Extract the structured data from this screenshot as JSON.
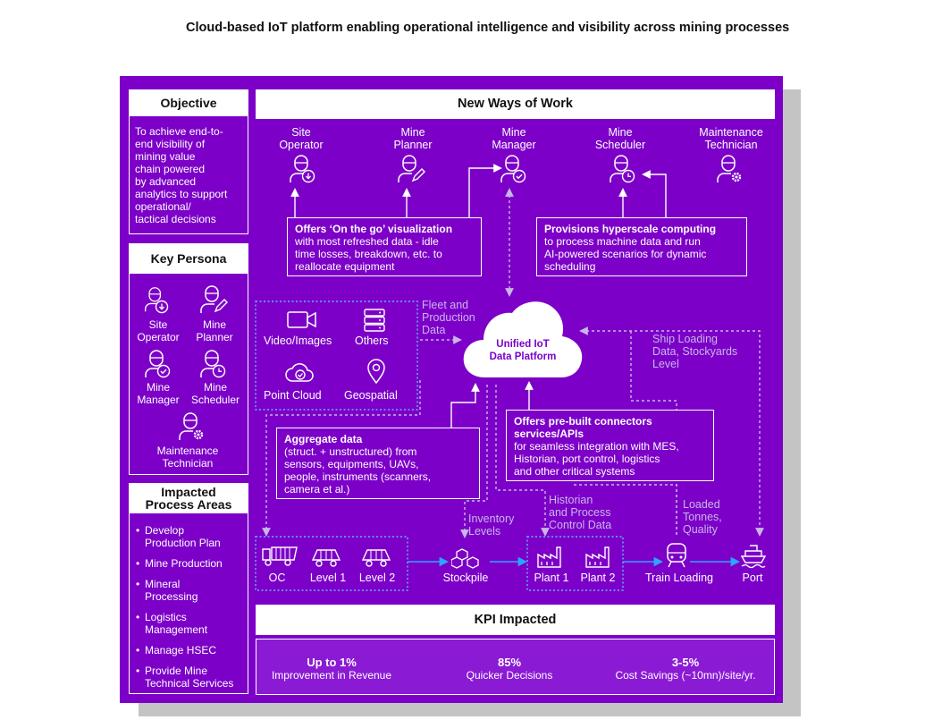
{
  "title": "Cloud-based IoT platform enabling operational intelligence and visibility across mining processes",
  "objective": {
    "heading": "Objective",
    "lines": [
      "To achieve end-to-",
      "end visibility of",
      "mining value",
      "chain powered",
      "by advanced",
      "analytics to support",
      "operational/",
      "tactical decisions"
    ]
  },
  "key_persona": {
    "heading": "Key Persona",
    "personas": [
      {
        "line1": "Site",
        "line2": "Operator"
      },
      {
        "line1": "Mine",
        "line2": "Planner"
      },
      {
        "line1": "Mine",
        "line2": "Manager"
      },
      {
        "line1": "Mine",
        "line2": "Scheduler"
      },
      {
        "line1": "Maintenance",
        "line2": "Technician"
      }
    ]
  },
  "impacted": {
    "heading_line1": "Impacted",
    "heading_line2": "Process Areas",
    "items": [
      "Develop Production Plan",
      "Mine Production",
      "Mineral Processing",
      "Logistics Management",
      "Manage HSEC",
      "Provide Mine Technical Services"
    ]
  },
  "new_ways": {
    "heading": "New Ways of Work",
    "roles": [
      {
        "line1": "Site",
        "line2": "Operator"
      },
      {
        "line1": "Mine",
        "line2": "Planner"
      },
      {
        "line1": "Mine",
        "line2": "Manager"
      },
      {
        "line1": "Mine",
        "line2": "Scheduler"
      },
      {
        "line1": "Maintenance",
        "line2": "Technician"
      }
    ]
  },
  "callouts": {
    "visualization": {
      "title": "Offers ‘On the go’ visualization",
      "l1": "with most refreshed data - idle",
      "l2": "time losses, breakdown, etc. to",
      "l3": "reallocate equipment"
    },
    "hyperscale": {
      "title": "Provisions hyperscale computing",
      "l1": "to process machine data and run",
      "l2": "AI-powered scenarios for dynamic",
      "l3": "scheduling"
    },
    "aggregate": {
      "title": "Aggregate data",
      "l1": "(struct. + unstructured) from",
      "l2": "sensors, equipments, UAVs,",
      "l3": "people, instruments (scanners,",
      "l4": "camera et al.)"
    },
    "connectors": {
      "title1": "Offers pre-built connectors",
      "title2": "services/APIs",
      "l1": "for seamless integration with MES,",
      "l2": "Historian, port control, logistics",
      "l3": "and other critical systems"
    }
  },
  "sources": {
    "video": "Video/Images",
    "others": "Others",
    "point_cloud": "Point Cloud",
    "geospatial": "Geospatial"
  },
  "platform": {
    "line1": "Unified IoT",
    "line2": "Data Platform"
  },
  "flow_labels": {
    "fleet": [
      "Fleet and",
      "Production",
      "Data"
    ],
    "ship": [
      "Ship Loading",
      "Data, Stockyards",
      "Level"
    ],
    "inventory": [
      "Inventory",
      "Levels"
    ],
    "historian": [
      "Historian",
      "and Process",
      "Control Data"
    ],
    "loaded": [
      "Loaded",
      "Tonnes,",
      "Quality"
    ]
  },
  "process": {
    "oc": "OC",
    "level1": "Level 1",
    "level2": "Level 2",
    "stockpile": "Stockpile",
    "plant1": "Plant 1",
    "plant2": "Plant 2",
    "train": "Train Loading",
    "port": "Port"
  },
  "kpi": {
    "heading": "KPI Impacted",
    "items": [
      {
        "value": "Up to 1%",
        "label": "Improvement in Revenue"
      },
      {
        "value": "85%",
        "label": "Quicker Decisions"
      },
      {
        "value": "3-5%",
        "label": "Cost Savings (~10mn)/site/yr."
      }
    ]
  },
  "colors": {
    "panel": "#7c00c8",
    "dotted": "#63b6ff",
    "arrow": "#2aa6ff",
    "grey": "#c8b6e8"
  }
}
